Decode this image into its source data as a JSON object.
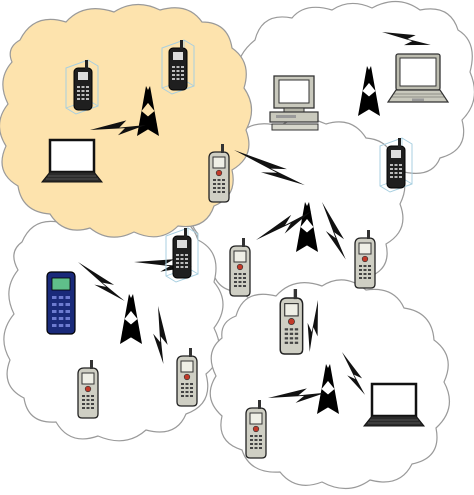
{
  "diagram": {
    "kind": "wireless-network-clusters",
    "colors": {
      "highlight_cloud": "#fde3ad",
      "cloud_outline": "#9a9a9a",
      "phone_body": "#cfcfc4",
      "phone_blue": "#1a2a7a",
      "phone_blue_screen": "#5fbf8a",
      "laptop_screen": "#ffffff",
      "computer_body": "#c9c9bd",
      "signal": "#111111",
      "tower": "#2a2a2a",
      "glass_box": "#a8cfe0"
    },
    "clusters": [
      {
        "name": "top-left-cluster",
        "highlighted": true,
        "devices": [
          "phone",
          "phone",
          "laptop"
        ],
        "tower": true
      },
      {
        "name": "top-right-cluster",
        "highlighted": false,
        "devices": [
          "desktop-computer",
          "laptop"
        ],
        "tower": true
      },
      {
        "name": "center-cluster",
        "highlighted": false,
        "devices": [
          "phone",
          "phone",
          "phone",
          "phone"
        ],
        "tower": true
      },
      {
        "name": "bottom-left-cluster",
        "highlighted": false,
        "devices": [
          "blue-phone",
          "phone",
          "phone",
          "phone"
        ],
        "tower": true
      },
      {
        "name": "bottom-right-cluster",
        "highlighted": false,
        "devices": [
          "phone",
          "phone",
          "laptop"
        ],
        "tower": true
      }
    ]
  }
}
